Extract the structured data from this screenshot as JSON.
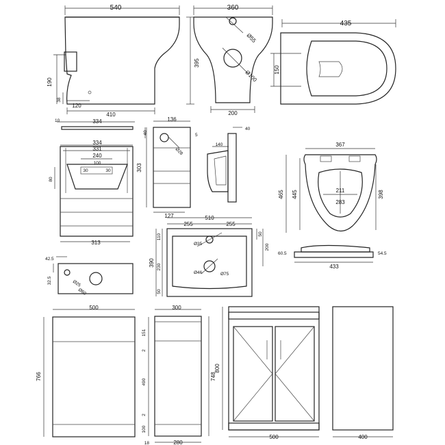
{
  "labels": {
    "toilet_width": "540",
    "toilet_height": "395",
    "toilet_inlet_h": "190",
    "toilet_outlet_h": "38",
    "toilet_outlet_x": "120",
    "toilet_depth": "410",
    "front_width": "360",
    "front_d55": "Ø55",
    "front_d100": "Ø100",
    "front_base": "200",
    "seat_top_w": "435",
    "seat_top_h": "150",
    "cistern_top_10": "10",
    "cistern_top_334": "334",
    "cistern_front_334": "334",
    "cistern_front_331": "331",
    "cistern_front_240": "240",
    "cistern_front_100": "100",
    "cistern_front_30a": "30",
    "cistern_front_30b": "30",
    "cistern_front_80": "80",
    "cistern_front_313": "313",
    "cistern_side_136": "136",
    "cistern_side_40": "40",
    "cistern_side_d28": "Ø28",
    "cistern_side_5": "5",
    "cistern_side_303": "303",
    "cistern_side_127": "127",
    "cistern_profile_40": "40",
    "cistern_profile_140": "140",
    "seat_w_367": "367",
    "seat_h_465": "465",
    "seat_h_445": "445",
    "seat_h_398": "398",
    "seat_in_211": "211",
    "seat_in_283": "283",
    "seat_side_605": "60.5",
    "seat_side_545": "54.5",
    "seat_side_433": "433",
    "basin_side_425": "42.5",
    "basin_side_325": "32.5",
    "basin_side_d25": "Ø25",
    "basin_side_d60": "Ø60",
    "basin_top_510": "510",
    "basin_top_255a": "255",
    "basin_top_255b": "255",
    "basin_top_110": "110",
    "basin_top_390": "390",
    "basin_top_230": "230",
    "basin_top_50l": "50",
    "basin_top_50r": "50",
    "basin_top_200": "200",
    "basin_top_d35": "Ø35",
    "basin_top_d46": "Ø46",
    "basin_top_d75": "Ø75",
    "wc_unit_500": "500",
    "wc_unit_766": "766",
    "wc_unit_151": "151",
    "wc_unit_2a": "2",
    "wc_unit_490": "490",
    "wc_unit_2b": "2",
    "wc_unit_100": "100",
    "wc_side_300": "300",
    "wc_side_748": "748",
    "wc_side_18": "18",
    "wc_side_280": "280",
    "vanity_800": "800",
    "vanity_500": "500",
    "vanity_side_400": "400"
  }
}
